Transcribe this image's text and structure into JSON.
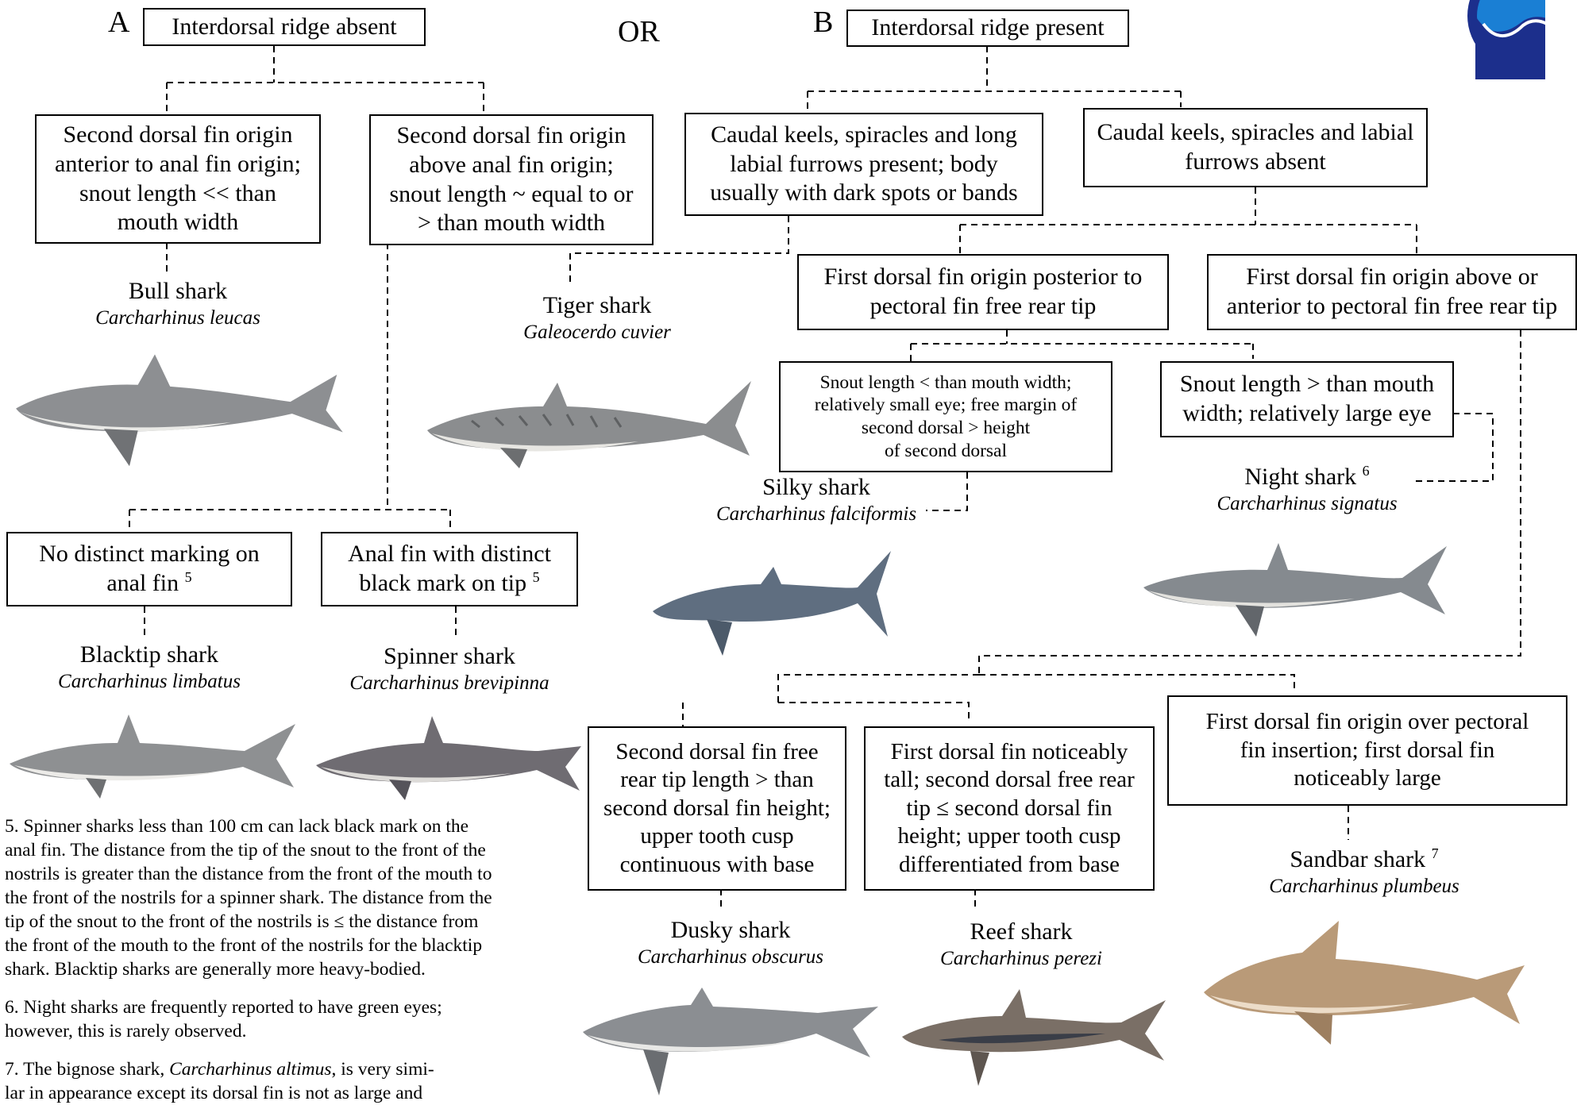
{
  "header": {
    "label_a": "A",
    "label_b": "B",
    "or_text": "OR"
  },
  "boxes": {
    "ridge_absent": [
      "Interdorsal ridge absent"
    ],
    "ridge_present": [
      "Interdorsal ridge present"
    ],
    "anterior": [
      "Second dorsal fin origin",
      "anterior to anal fin origin;",
      "snout length << than",
      "mouth width"
    ],
    "above_anal": [
      "Second dorsal fin origin",
      "above anal fin origin;",
      "snout length ~ equal to or",
      ">  than mouth width"
    ],
    "keels_present": [
      "Caudal keels, spiracles and long",
      "labial furrows present; body",
      "usually with dark spots or bands"
    ],
    "keels_absent": [
      "Caudal keels, spiracles and labial",
      "furrows absent"
    ],
    "posterior_pectoral": [
      "First dorsal fin origin posterior to",
      "pectoral fin free rear tip"
    ],
    "above_pectoral": [
      "First dorsal fin origin above or",
      "anterior to pectoral fin free rear tip"
    ],
    "snout_less": [
      "Snout length < than mouth width;",
      "relatively small eye; free margin of",
      "second dorsal > height",
      "of second dorsal"
    ],
    "snout_greater": [
      "Snout length > than mouth",
      "width; relatively large eye"
    ],
    "no_marking": [
      "No distinct marking on",
      "anal fin"
    ],
    "black_mark": [
      "Anal fin with distinct",
      "black mark on tip"
    ],
    "free_rear_tip": [
      "Second dorsal fin free",
      "rear tip length > than",
      "second dorsal fin height;",
      "upper tooth cusp",
      "continuous with base"
    ],
    "tall_dorsal": [
      "First dorsal fin noticeably",
      "tall; second dorsal free rear",
      "tip ≤ second dorsal fin",
      "height; upper tooth cusp",
      "differentiated from base"
    ],
    "over_insertion": [
      "First dorsal fin origin over pectoral",
      "fin insertion; first dorsal fin",
      "noticeably large"
    ]
  },
  "footnote_refs": {
    "no_marking": "5",
    "black_mark": "5",
    "night": "6",
    "sandbar": "7"
  },
  "species": {
    "bull": {
      "common": "Bull shark",
      "scientific": "Carcharhinus leucas"
    },
    "tiger": {
      "common": "Tiger shark",
      "scientific": "Galeocerdo cuvier"
    },
    "silky": {
      "common": "Silky shark",
      "scientific": "Carcharhinus falciformis"
    },
    "night": {
      "common": "Night shark",
      "scientific": "Carcharhinus signatus"
    },
    "blacktip": {
      "common": "Blacktip shark",
      "scientific": "Carcharhinus limbatus"
    },
    "spinner": {
      "common": "Spinner shark",
      "scientific": "Carcharhinus brevipinna"
    },
    "dusky": {
      "common": "Dusky shark",
      "scientific": "Carcharhinus obscurus"
    },
    "reef": {
      "common": "Reef shark",
      "scientific": "Carcharhinus perezi"
    },
    "sandbar": {
      "common": "Sandbar shark",
      "scientific": "Carcharhinus plumbeus"
    }
  },
  "notes": {
    "note5": [
      "5.  Spinner sharks less than 100 cm can lack black mark on the",
      "anal fin.  The distance from the tip of the snout to the front of the",
      "nostrils is greater than the distance from the front of the mouth to",
      "the front of the nostrils for a spinner shark.  The distance from the",
      "tip of the snout to the front of the nostrils is ≤ the distance from",
      "the front of the mouth to the front of the nostrils for the blacktip",
      "shark.  Blacktip sharks are generally more heavy-bodied."
    ],
    "note6": [
      "6.  Night sharks are frequently reported to have green eyes;",
      "however, this is rarely observed."
    ],
    "note7_before": "7.  The bignose shark, ",
    "note7_italic": "Carcharhinus altimus",
    "note7_after": ", is very simi-",
    "note7_line2": "lar in appearance except its dorsal fin is not as large and"
  },
  "colors": {
    "logo_blue": "#1a7fd4",
    "logo_navy": "#1c2f8c",
    "shark_gray": "#8d8f92",
    "shark_belly": "#e9e9e6",
    "sandbar_tan": "#b99a78"
  },
  "icons": {
    "logo": "noaa-logo-icon",
    "shark": "shark-photo-icon"
  }
}
